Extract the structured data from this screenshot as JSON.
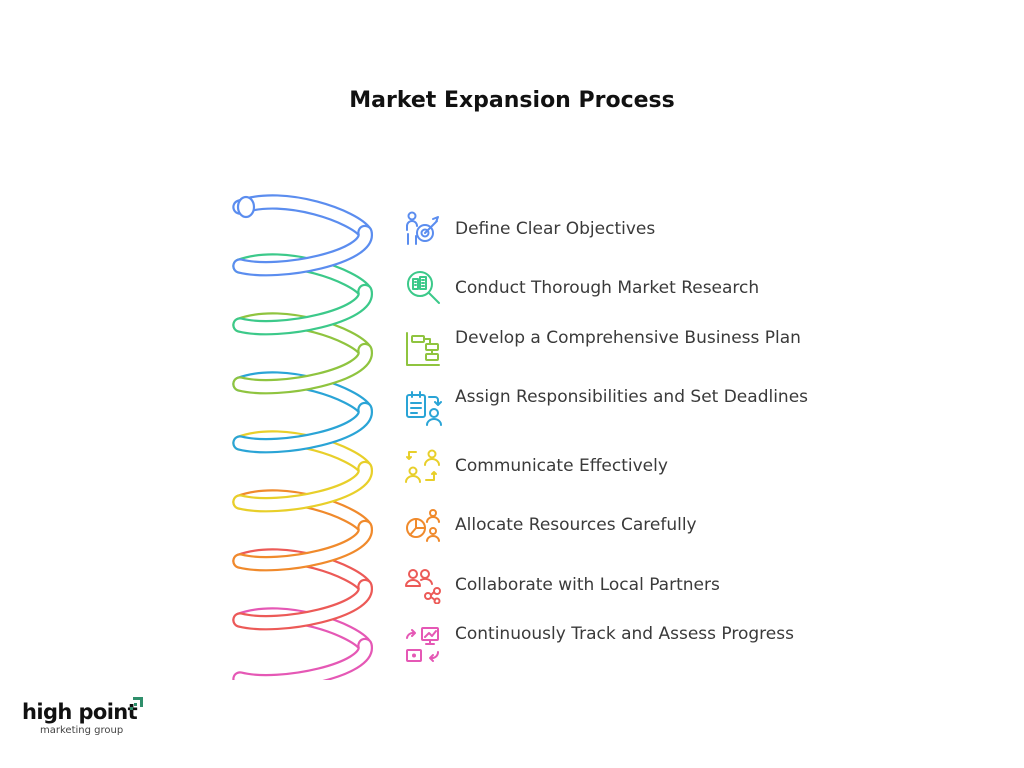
{
  "title": "Market Expansion Process",
  "steps": [
    {
      "label": "Define Clear Objectives",
      "icon": "target-person-icon",
      "color": "#5b8def"
    },
    {
      "label": "Conduct Thorough Market Research",
      "icon": "magnifier-research-icon",
      "color": "#3cc98a"
    },
    {
      "label": "Develop a Comprehensive Business Plan",
      "icon": "gantt-plan-icon",
      "color": "#8fc43f"
    },
    {
      "label": "Assign Responsibilities and Set Deadlines",
      "icon": "task-assign-icon",
      "color": "#2aa4d6"
    },
    {
      "label": "Communicate Effectively",
      "icon": "people-exchange-icon",
      "color": "#e8cf2a"
    },
    {
      "label": "Allocate Resources Carefully",
      "icon": "pie-people-icon",
      "color": "#f08a2c"
    },
    {
      "label": "Collaborate with Local Partners",
      "icon": "partners-network-icon",
      "color": "#ec5a57"
    },
    {
      "label": "Continuously Track and Assess Progress",
      "icon": "progress-monitor-icon",
      "color": "#e558b5"
    }
  ],
  "logo": {
    "name": "high point",
    "tagline": "marketing group",
    "accent": "#2f8f6b"
  }
}
